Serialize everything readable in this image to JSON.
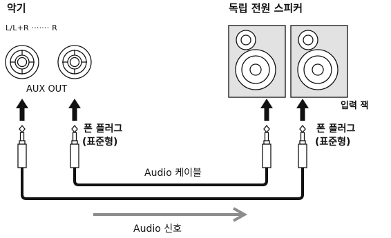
{
  "labels": {
    "instrument": "악기",
    "speakers": "독립 전원 스피커",
    "lr": "L/L+R ······· R",
    "aux_out": "AUX  OUT",
    "input_jack": "입력 잭",
    "phone_plug_left_line1": "폰 플러그",
    "phone_plug_left_line2": "(표준형)",
    "phone_plug_right_line1": "폰 플러그",
    "phone_plug_right_line2": "(표준형)",
    "audio_cable": "Audio 케이블",
    "audio_signal": "Audio 신호"
  },
  "colors": {
    "line": "#111111",
    "speaker_box": "#e2e2e2",
    "signal_arrow": "#8c8c8c"
  }
}
